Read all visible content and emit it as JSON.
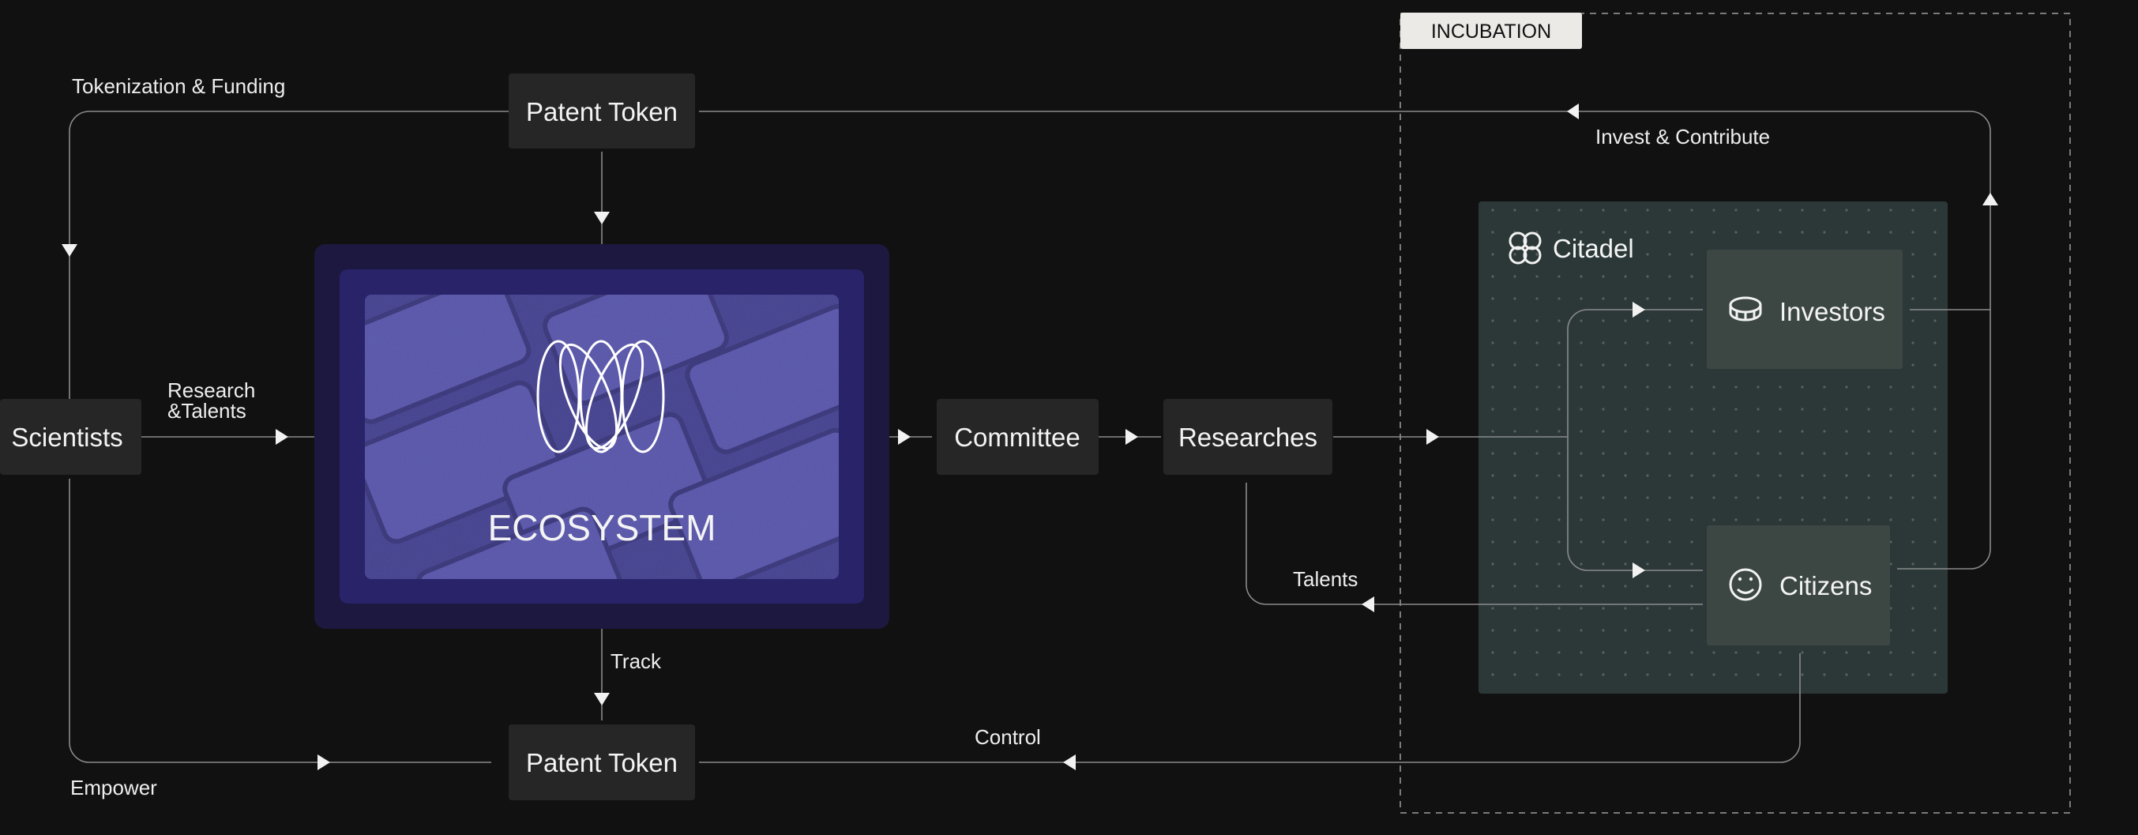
{
  "colors": {
    "background": "#111111",
    "node_fill": "#262626",
    "line": "#8a8a8a",
    "ecosystem_outer": "#1c1840",
    "ecosystem_inner": "#29236a",
    "ecosystem_image": "#5a57a8",
    "citadel_fill": "#2c3838",
    "citadel_item": "#3c4744",
    "incubation_tab": "#ebeae6",
    "incubation_text": "#111111",
    "dashed_border": "#7a7a7a"
  },
  "group": {
    "incubation": "INCUBATION",
    "citadel": "Citadel"
  },
  "nodes": {
    "patent_token_top": "Patent Token",
    "patent_token_bottom": "Patent Token",
    "scientists": "Scientists",
    "ecosystem": "ECOSYSTEM",
    "committee": "Committee",
    "researches": "Researches",
    "investors": "Investors",
    "citizens": "Citizens"
  },
  "edges": {
    "tokenization_funding": "Tokenization & Funding",
    "invest_contribute": "Invest & Contribute",
    "research_talents_line1": "Research",
    "research_talents_line2": "&Talents",
    "talents": "Talents",
    "track": "Track",
    "control": "Control",
    "empower": "Empower"
  },
  "icons": {
    "citadel": "clover-icon",
    "investors": "coin-icon",
    "citizens": "smiley-icon",
    "ecosystem": "woven-loops-logo",
    "arrow": "triangle-arrowhead"
  }
}
